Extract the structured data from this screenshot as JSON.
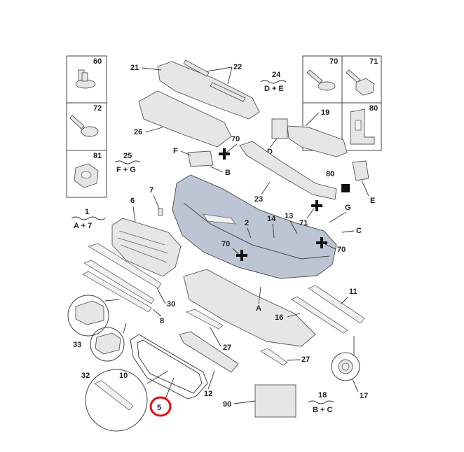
{
  "callouts": {
    "c60": "60",
    "c72": "72",
    "c81": "81",
    "c21": "21",
    "c22": "22",
    "c24": "24",
    "c24sub": "D + E",
    "c70a": "70",
    "c71": "71",
    "c80a": "80",
    "c19": "19",
    "c26": "26",
    "c70b": "70",
    "cF": "F",
    "cB": "B",
    "c25": "25",
    "c25sub": "F + G",
    "cD": "D",
    "c80b": "80",
    "c7": "7",
    "c13a": "13",
    "c14a": "14",
    "c6": "6",
    "c1": "1",
    "c1sub": "A + 7",
    "c2": "2",
    "c23": "23",
    "cE": "E",
    "c14b": "14",
    "c13b": "13",
    "cG": "G",
    "c71b": "71",
    "cC": "C",
    "c70c": "70",
    "c70d": "70",
    "c30": "30",
    "c8": "8",
    "cA": "A",
    "c11": "11",
    "c16": "16",
    "c33": "33",
    "c27a": "27",
    "c32": "32",
    "c10": "10",
    "c27b": "27",
    "c12": "12",
    "c17": "17",
    "c5": "5",
    "c90": "90",
    "c18": "18",
    "c18sub": "B + C"
  }
}
